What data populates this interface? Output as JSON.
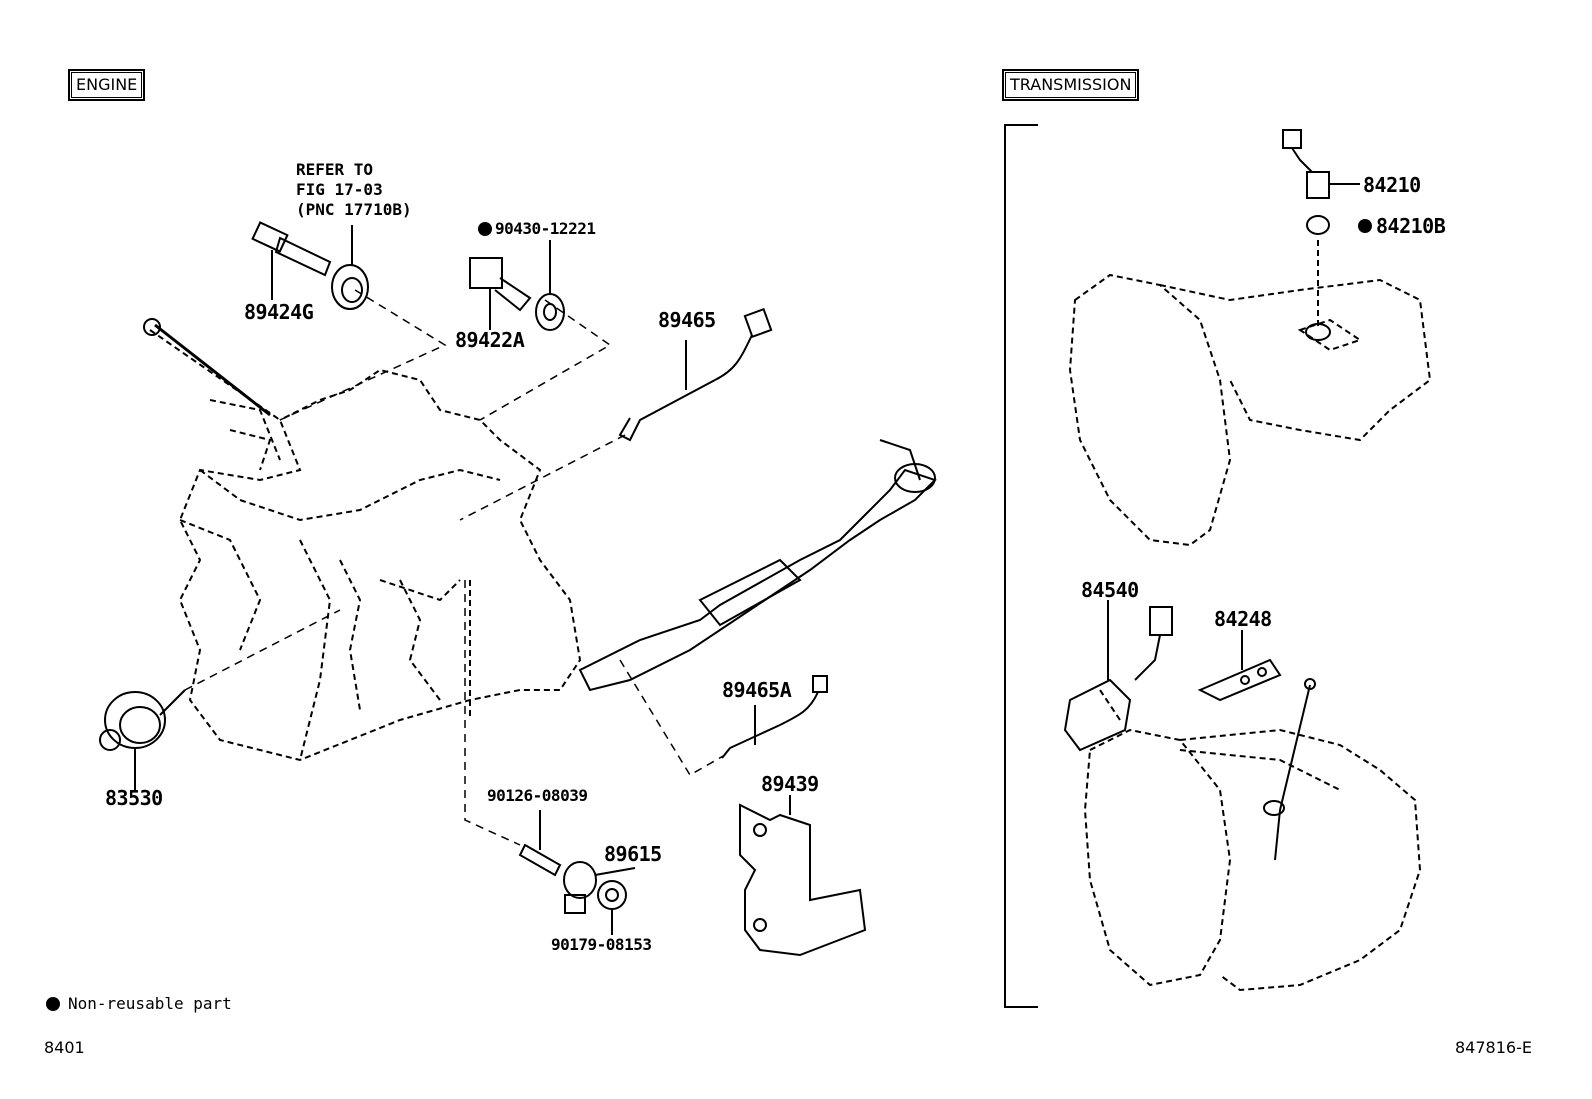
{
  "sections": {
    "engine": "ENGINE",
    "transmission": "TRANSMISSION"
  },
  "reference_note": "REFER TO\nFIG 17-03\n(PNC 17710B)",
  "parts": {
    "p89424G": "89424G",
    "p90430": "90430-12221",
    "p89422A": "89422A",
    "p89465": "89465",
    "p89465A": "89465A",
    "p83530": "83530",
    "p90126": "90126-08039",
    "p89615": "89615",
    "p90179": "90179-08153",
    "p89439": "89439",
    "p84210": "84210",
    "p84210B": "84210B",
    "p84540": "84540",
    "p84248": "84248"
  },
  "legend": {
    "non_reusable": "Non-reusable part"
  },
  "footer": {
    "page_code": "8401",
    "figure_code": "847816-E"
  }
}
